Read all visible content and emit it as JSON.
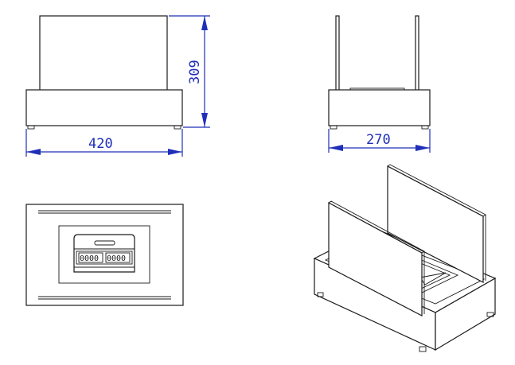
{
  "dimensions": {
    "width": "420",
    "height": "309",
    "depth": "270"
  },
  "burner_display": {
    "left_readout": "0000",
    "right_readout": "0000"
  },
  "colors": {
    "dimension_line": "#1f2fb8",
    "outline": "#1a1a1a",
    "background": "#ffffff"
  }
}
